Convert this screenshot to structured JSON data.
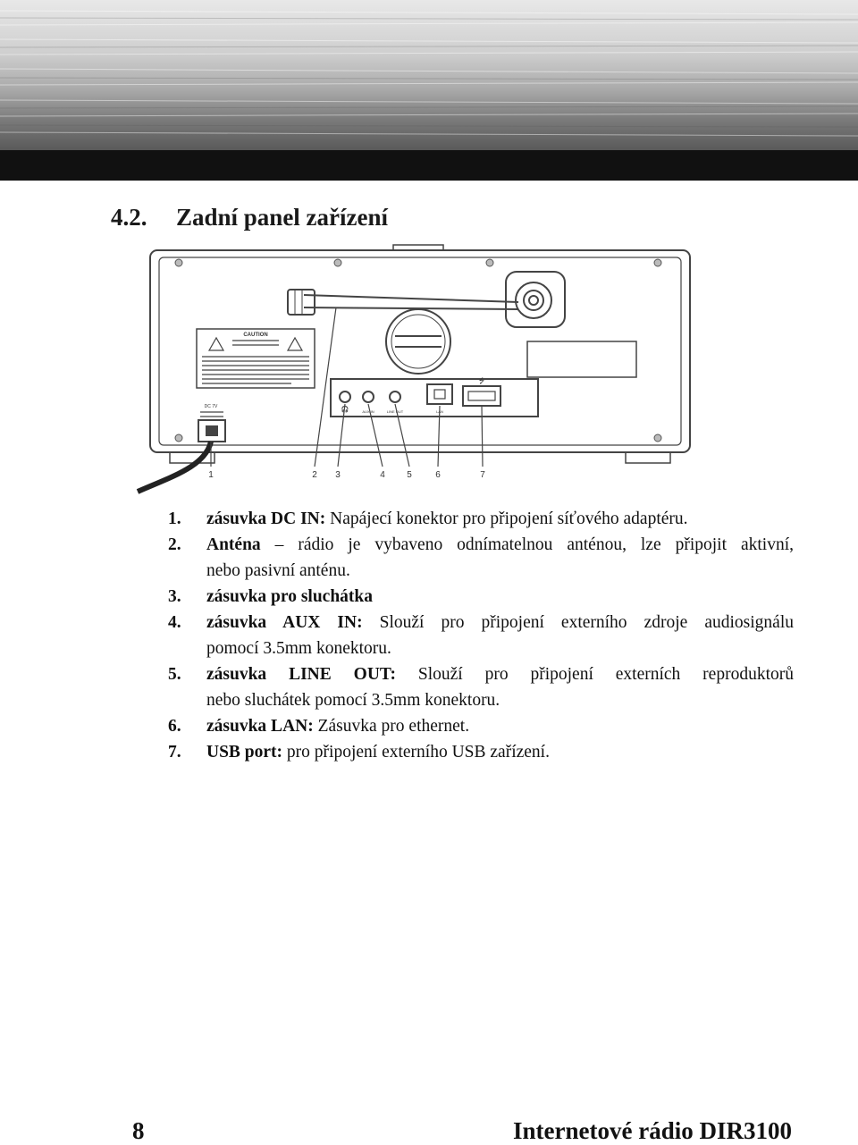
{
  "header": {
    "band_color": "#111111"
  },
  "section": {
    "number": "4.2.",
    "title": "Zadní panel zařízení"
  },
  "diagram": {
    "callout_numbers": [
      "1",
      "2",
      "3",
      "4",
      "5",
      "6",
      "7"
    ],
    "caution_title": "CAUTION",
    "dc_label": "DC 7V",
    "port_labels": {
      "aux_in": "AUX IN",
      "line_out": "LINE OUT",
      "lan": "LAN"
    }
  },
  "items": [
    {
      "num": "1.",
      "bold": "zásuvka DC IN:",
      "text": " Napájecí konektor pro připojení síťového adaptéru."
    },
    {
      "num": "2.",
      "bold": "Anténa",
      "text": " – rádio je vybaveno odnímatelnou anténou, lze připojit aktivní,",
      "text2": "nebo pasivní anténu."
    },
    {
      "num": "3.",
      "bold": "zásuvka pro sluchátka",
      "text": ""
    },
    {
      "num": "4.",
      "bold": "zásuvka AUX IN:",
      "text": " Slouží pro připojení externího zdroje audiosignálu",
      "text2": "pomocí 3.5mm konektoru."
    },
    {
      "num": "5.",
      "bold": "zásuvka LINE OUT:",
      "text": " Slouží pro připojení externích reproduktorů",
      "text2": "nebo sluchátek pomocí 3.5mm konektoru."
    },
    {
      "num": "6.",
      "bold": "zásuvka LAN:",
      "text": " Zásuvka pro ethernet."
    },
    {
      "num": "7.",
      "bold": "USB port:",
      "text": " pro připojení externího USB zařízení."
    }
  ],
  "footer": {
    "page_number": "8",
    "title": "Internetové rádio DIR3100"
  }
}
